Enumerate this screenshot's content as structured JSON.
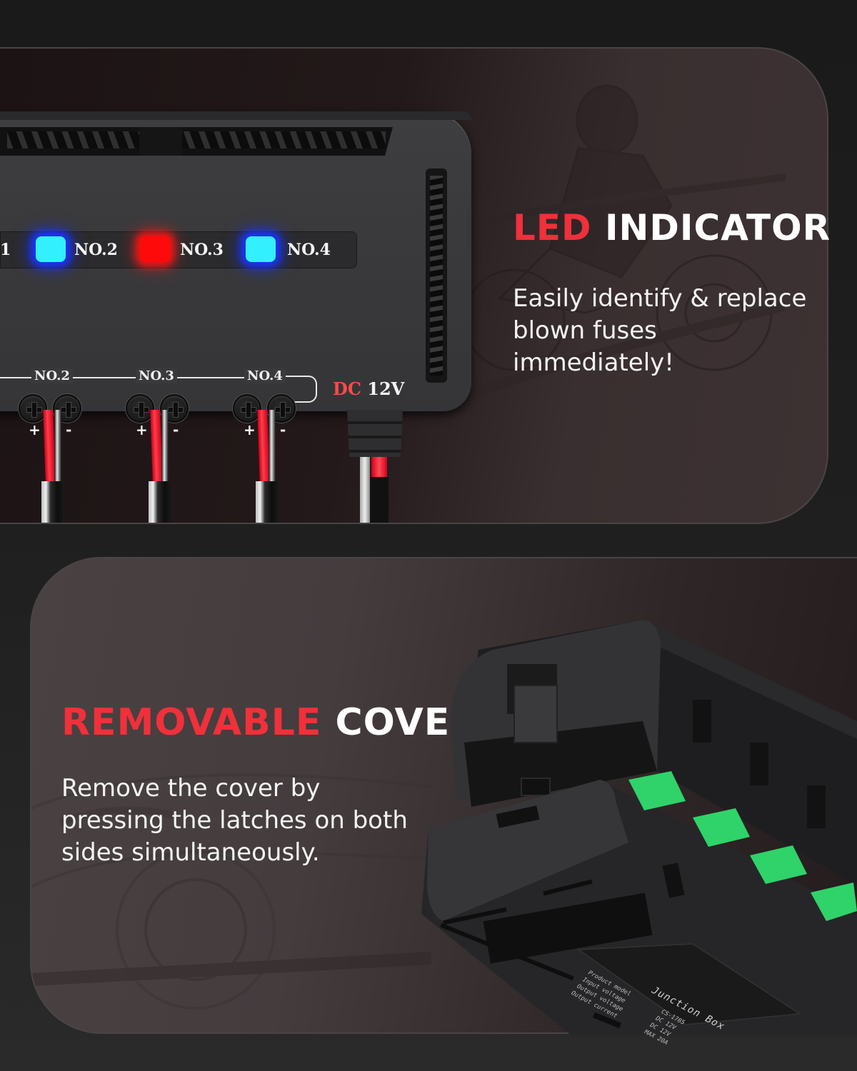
{
  "panel_led": {
    "title_accent": "LED",
    "title_rest": " INDICATOR",
    "body": "Easily identify & replace blown fuses immediately!",
    "accent_color": "#f0303a",
    "device": {
      "led_indicators": [
        {
          "label": "1",
          "color": "cyan"
        },
        {
          "label": "NO.2",
          "color": "cyan"
        },
        {
          "label": "NO.3",
          "color": "red"
        },
        {
          "label": "NO.4",
          "color": "cyan"
        }
      ],
      "ports": [
        "NO.2",
        "NO.3",
        "NO.4"
      ],
      "plus_sign": "+",
      "minus_sign": "-",
      "power_accent": "DC",
      "power_rest": " 12V"
    }
  },
  "panel_cover": {
    "title_accent": "REMOVABLE",
    "title_rest": " COVER",
    "body": "Remove the cover by pressing the latches on both sides simultaneously.",
    "accent_color": "#f0303a",
    "device_label": {
      "title": "Junction Box",
      "rows": [
        {
          "key": "Product model",
          "value": "CS-1785"
        },
        {
          "key": "Input voltage",
          "value": "DC 12V"
        },
        {
          "key": "Output voltage",
          "value": "DC 12V"
        },
        {
          "key": "Output current",
          "value": "MAX 20A"
        }
      ]
    }
  },
  "colors": {
    "led_cyan": "#33f0ff",
    "led_red": "#ff0a0a",
    "terminal_green": "#2fd36a",
    "background": "#1f1f1f"
  }
}
